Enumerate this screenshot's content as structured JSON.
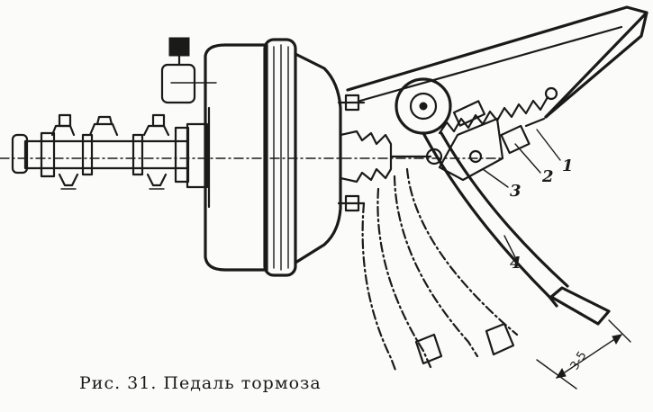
{
  "caption": "Рис. 31. Педаль тормоза",
  "callouts": [
    "1",
    "2",
    "3",
    "4"
  ],
  "dimension_label": "3-5"
}
